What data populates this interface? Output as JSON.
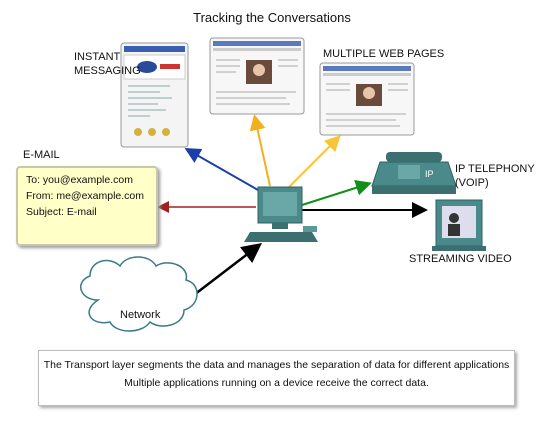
{
  "title": "Tracking the Conversations",
  "labels": {
    "instant_messaging": [
      "INSTANT",
      "MESSAGING"
    ],
    "multiple_web_pages": "MULTIPLE WEB PAGES",
    "email": "E-MAIL",
    "ip_telephony": [
      "IP TELEPHONY",
      "(VOIP)"
    ],
    "streaming_video": "STREAMING VIDEO",
    "network": "Network",
    "phone_badge": "IP"
  },
  "email_card": {
    "to": "To: you@example.com",
    "from": "From: me@example.com",
    "subject": "Subject: E-mail"
  },
  "caption": {
    "line1": "The Transport layer segments the data and manages the separation of data for different applications",
    "line2": "Multiple applications running on a device receive the correct data."
  },
  "colors": {
    "arrow_im": "#1a3fa8",
    "arrow_web1": "#f2b01e",
    "arrow_web2": "#f7c43a",
    "arrow_email": "#a02020",
    "arrow_voip": "#10901a",
    "arrow_video": "#000000",
    "arrow_network": "#000000",
    "email_bg": "#ffffc8",
    "device_teal": "#4a8a8a"
  }
}
